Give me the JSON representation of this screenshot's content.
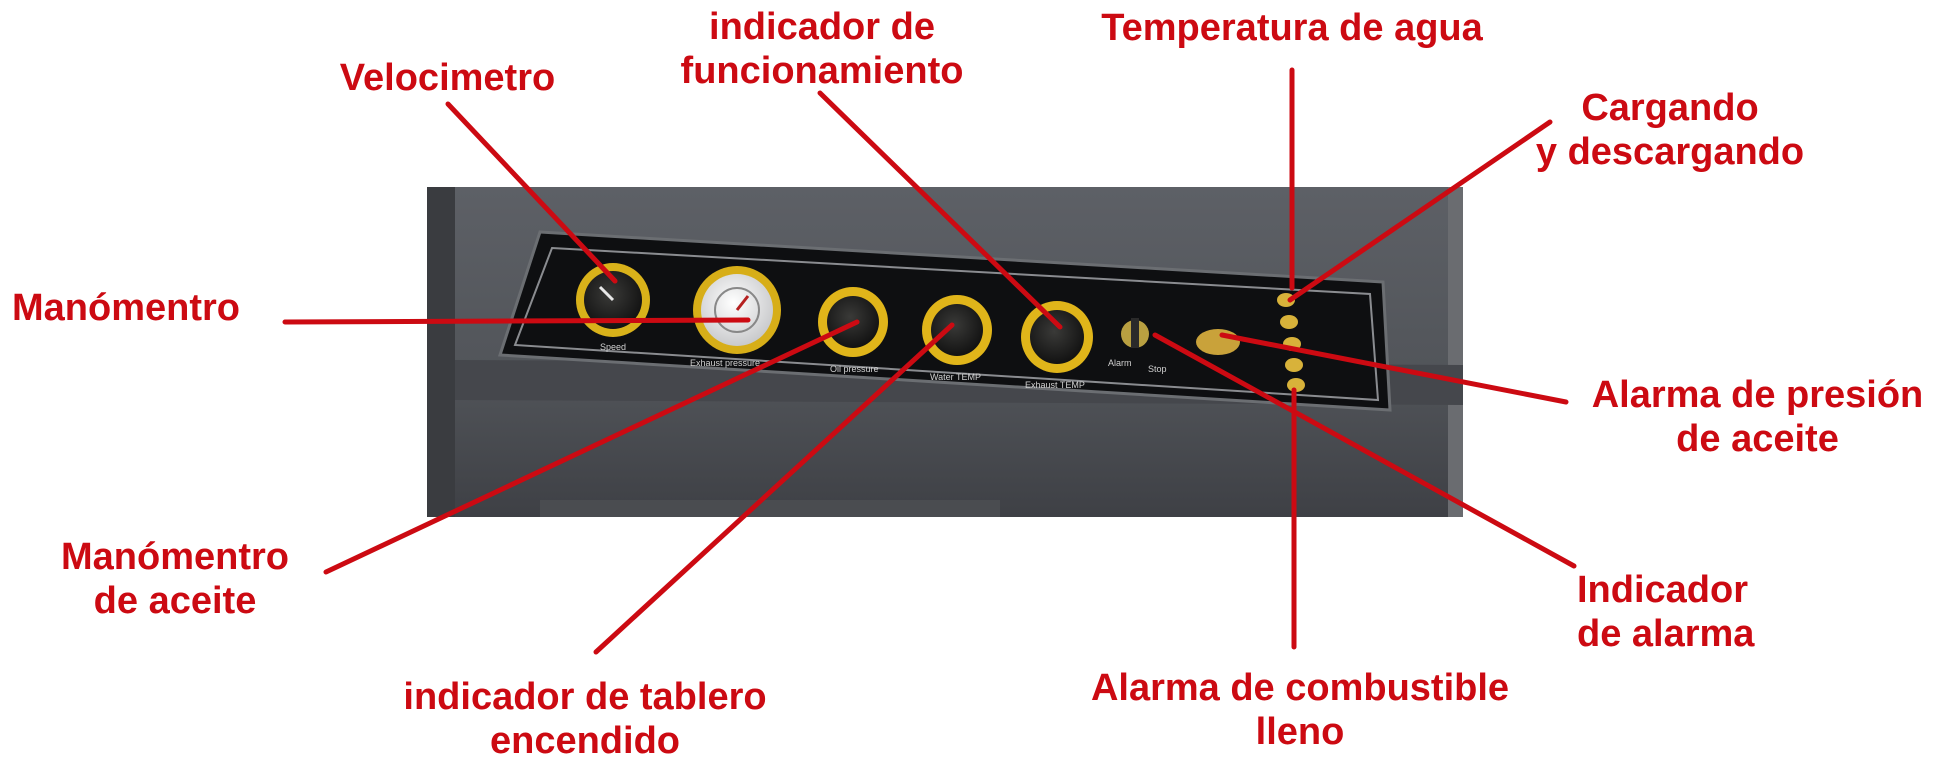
{
  "colors": {
    "label": "#cc0a12",
    "leader": "#cc0a12",
    "housing": "#54575c",
    "panel": "#0d0e10",
    "gauge_ring": "#e0b81a",
    "led": "#d8b23a"
  },
  "labels": {
    "velocimetro": "Velocimetro",
    "indicador_funcionamiento": [
      "indicador de",
      "funcionamiento"
    ],
    "temperatura_agua": "Temperatura de agua",
    "cargando": [
      "Cargando",
      "y descargando"
    ],
    "manometro": "Manómentro",
    "alarma_presion": [
      "Alarma de presión",
      "de aceite"
    ],
    "manometro_aceite": [
      "Manómentro",
      "de aceite"
    ],
    "indicador_alarma": [
      "Indicador",
      "de alarma"
    ],
    "tablero_encendido": [
      "indicador de tablero",
      "encendido"
    ],
    "alarma_combustible": [
      "Alarma de combustible",
      "lleno"
    ]
  },
  "panel_text": {
    "gauge_labels": [
      "Speed",
      "Exhaust pressure",
      "Oil pressure",
      "Water TEMP",
      "Exhaust TEMP"
    ],
    "switch_labels": [
      "Alarm",
      "Stop"
    ]
  },
  "icons": {
    "speedometer": "speedometer-gauge-icon",
    "exhaust_pressure": "pressure-gauge-icon",
    "oil_pressure": "oil-pressure-gauge-icon",
    "water_temp": "water-temp-gauge-icon",
    "exhaust_temp": "exhaust-temp-gauge-icon",
    "key_switch": "key-switch-icon",
    "indicator_light": "indicator-light-icon"
  }
}
